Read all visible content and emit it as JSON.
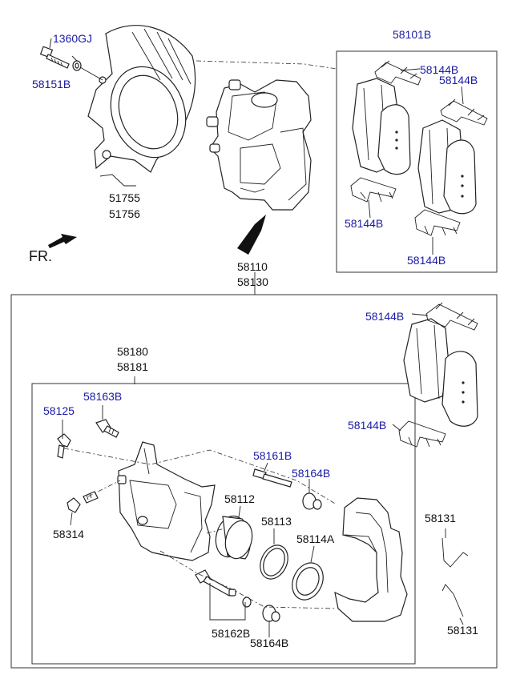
{
  "labels": {
    "bolt_top": "1360GJ",
    "bolt_bottom": "58151B",
    "shield_1": "51755",
    "shield_2": "51756",
    "pad_kit_top": "58101B",
    "clip_a": "58144B",
    "clip_b": "58144B",
    "clip_c": "58144B",
    "clip_d": "58144B",
    "caliper_assy_1": "58110",
    "caliper_assy_2": "58130",
    "clip_e": "58144B",
    "clip_f": "58144B",
    "body_1": "58180",
    "body_2": "58181",
    "bolt_58163b": "58163B",
    "cap_58125": "58125",
    "pin_58161b": "58161B",
    "boot_58164b_top": "58164B",
    "piston": "58112",
    "seal": "58113",
    "dust_boot": "58114A",
    "bleeder": "58314",
    "pin_58162b": "58162B",
    "boot_58164b_bottom": "58164B",
    "spring_top": "58131",
    "spring_bottom": "58131",
    "fr": "FR."
  },
  "colors": {
    "part_number": "#1a1aa6",
    "catalog_number": "#111111",
    "line": "#222222"
  }
}
